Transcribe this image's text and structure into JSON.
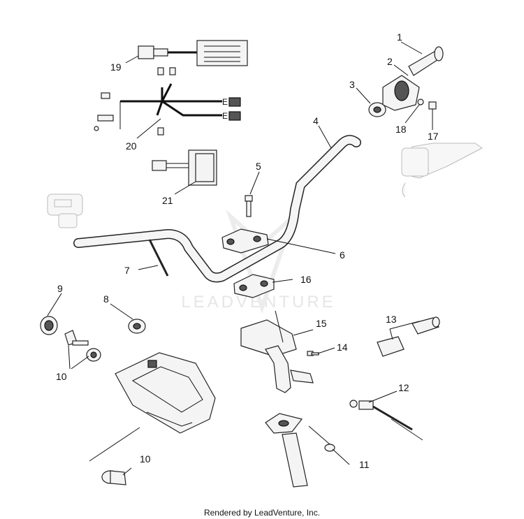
{
  "watermark": "LEADVENTURE",
  "footer": "Rendered by LeadVenture, Inc.",
  "callouts": {
    "c1": "1",
    "c2": "2",
    "c3": "3",
    "c4": "4",
    "c5": "5",
    "c6": "6",
    "c7": "7",
    "c8": "8",
    "c9": "9",
    "c10a": "10",
    "c10b": "10",
    "c11": "11",
    "c12": "12",
    "c13": "13",
    "c14": "14",
    "c15": "15",
    "c16": "16",
    "c17": "17",
    "c18": "18",
    "c19": "19",
    "c20": "20",
    "c21": "21"
  },
  "harness_letters": {
    "e1": "E",
    "e2": "E"
  }
}
